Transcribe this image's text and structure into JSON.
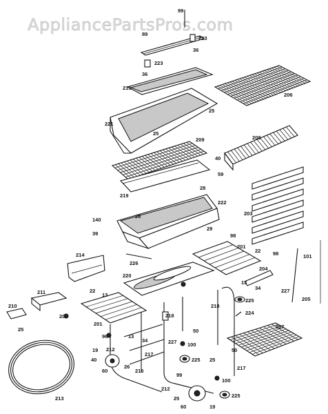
{
  "watermark": "AppliancePartsPros.com",
  "colors": {
    "ink": "#111111",
    "paper": "#ffffff",
    "watermark": "#dcdcdc"
  },
  "labels": {
    "l99": "99",
    "l89": "89",
    "l223a": "223",
    "l36a": "36",
    "l223b": "223",
    "l36b": "36",
    "l215": "215",
    "l206": "206",
    "l25a": "25",
    "l221": "221",
    "l25b": "25",
    "l209": "209",
    "l208": "208",
    "l40a": "40",
    "l59": "59",
    "l219": "219",
    "l28": "28",
    "l222": "222",
    "l203": "203",
    "l140": "140",
    "l39": "39",
    "l28b": "28",
    "l29": "29",
    "l98a": "98",
    "l201a": "201",
    "l22a": "22",
    "l98b": "98",
    "l101": "101",
    "l214": "214",
    "l226": "226",
    "l220": "220",
    "l204": "204",
    "l13a": "13",
    "l34a": "34",
    "l227a": "227",
    "l205": "205",
    "l211": "211",
    "l22b": "22",
    "l13b": "13",
    "l218a": "218",
    "l225a": "225",
    "l210": "210",
    "l20": "20",
    "l201b": "201",
    "l224": "224",
    "l207": "207",
    "l25c": "25",
    "l218b": "218",
    "l50a": "50",
    "l96": "96",
    "l13c": "13",
    "l34b": "34",
    "l227b": "227",
    "l100a": "100",
    "l19a": "19",
    "l212a": "212",
    "l217a": "217",
    "l40b": "40",
    "l225b": "225",
    "l25d": "25",
    "l50b": "50",
    "l60a": "60",
    "l26": "26",
    "l216": "216",
    "l99b": "99",
    "l217b": "217",
    "l213": "213",
    "l212b": "212",
    "l100b": "100",
    "l25e": "25",
    "l225c": "225",
    "l60b": "60",
    "l19b": "19"
  }
}
